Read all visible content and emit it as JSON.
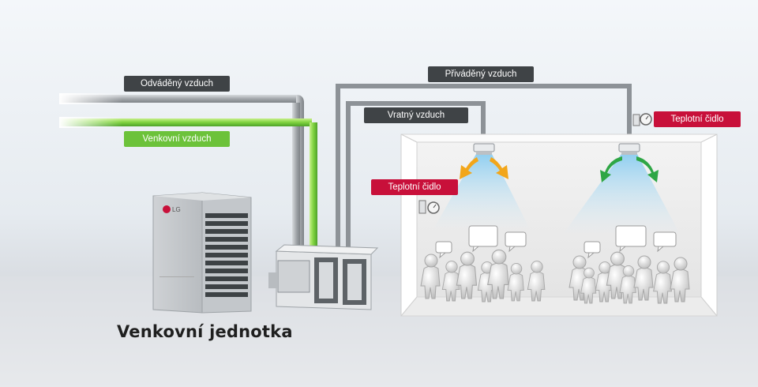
{
  "labels": {
    "exhaust_air": "Odváděný vzduch",
    "outdoor_air": "Venkovní vzduch",
    "supply_air": "Přiváděný vzduch",
    "return_air": "Vratný vzduch",
    "temp_sensor_left": "Teplotní čidlo",
    "temp_sensor_right": "Teplotní čidlo",
    "outdoor_unit": "Venkovní jednotka",
    "brand_logo": "LG"
  },
  "colors": {
    "dark_tag": "#3f4346",
    "green_tag": "#6cc23a",
    "red_tag": "#c8103a",
    "green_pipe": "#7ed23e",
    "grey_pipe": "#a9adb1",
    "duct": "#8d9297",
    "airflow_cool": "#9fd8f5",
    "arrow_warm": "#f2a61a",
    "arrow_green": "#2ea645"
  },
  "icons": [
    "thermostat-icon",
    "airflow-arrow-warm-icon",
    "airflow-arrow-cool-icon",
    "speech-bubble-icon",
    "person-figure-icon"
  ]
}
